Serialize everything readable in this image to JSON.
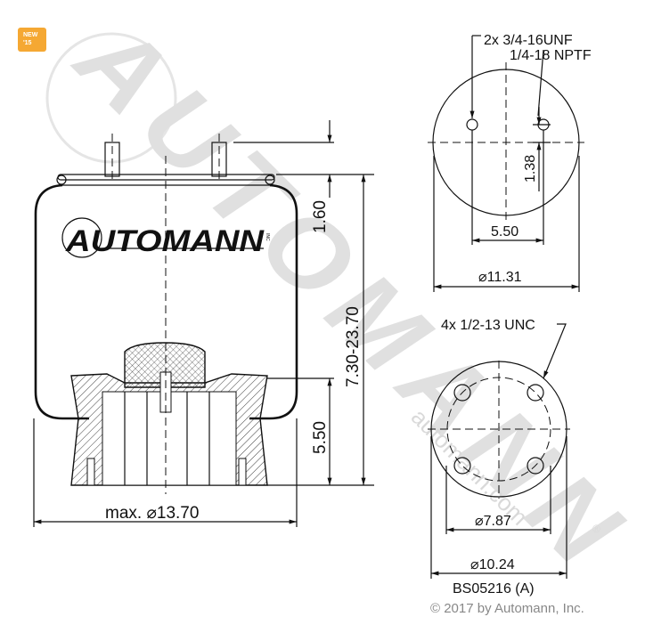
{
  "badge": {
    "line1": "NEW",
    "line2": "'15"
  },
  "watermark": {
    "brand": "AUTOMANN",
    "site": "automann.com",
    "trademark": "®",
    "color": "#c8c8c8"
  },
  "logo": {
    "text": "AUTOMANN",
    "suffix": "INC"
  },
  "side_view": {
    "dim_top": "1.60",
    "dim_piston": "5.50",
    "dim_height": "7.30-23.70",
    "dim_max_diameter": "max. ⌀13.70"
  },
  "top_plate_view": {
    "callout_line1": "2x 3/4-16UNF",
    "callout_line2": "1/4-18 NPTF",
    "dim_offset": "1.38",
    "dim_spacing": "5.50",
    "dim_diameter": "⌀11.31"
  },
  "bottom_view": {
    "callout": "4x 1/2-13 UNC",
    "dim_bolt_circle": "⌀7.87",
    "dim_diameter": "⌀10.24"
  },
  "part_number": "BS05216 (A)",
  "copyright": "© 2017 by Automann, Inc.",
  "colors": {
    "badge": "#f5a833",
    "line": "#111111",
    "copyright": "#888888"
  }
}
